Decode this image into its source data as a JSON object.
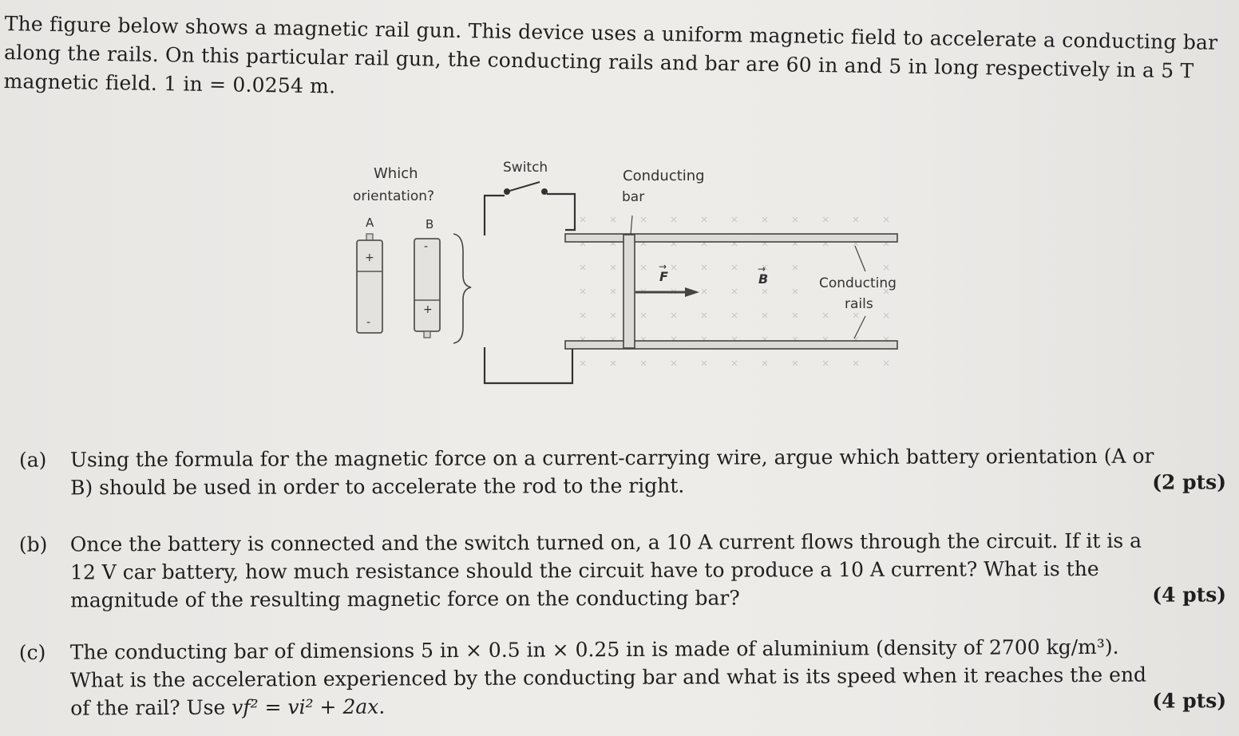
{
  "intro": {
    "text": "The figure below shows a magnetic rail gun. This device uses a uniform magnetic field to accelerate a conducting bar along the rails. On this particular rail gun, the conducting rails and bar are 60 in and 5 in long respectively in a 5 T magnetic field. 1 in = 0.0254 m."
  },
  "figure": {
    "which_orientation_line1": "Which",
    "which_orientation_line2": "orientation?",
    "battery_a_label": "A",
    "battery_b_label": "B",
    "plus": "+",
    "minus": "-",
    "switch_label": "Switch",
    "conducting_bar_line1": "Conducting",
    "conducting_bar_line2": "bar",
    "force_label": "F",
    "field_label": "B",
    "rails_line1": "Conducting",
    "rails_line2": "rails"
  },
  "questions": [
    {
      "label": "(a)",
      "text": "Using the formula for the magnetic force on a current-carrying wire, argue which battery orientation (A or B) should be used in order to accelerate the rod to the right.",
      "points": "(2 pts)"
    },
    {
      "label": "(b)",
      "text": "Once the battery is connected and the switch turned on, a 10 A current flows through the circuit. If it is a 12 V car battery, how much resistance should the circuit have to produce a 10 A current? What is the magnitude of the resulting magnetic force on the conducting bar?",
      "points": "(4 pts)"
    },
    {
      "label": "(c)",
      "text_before_eq": "The conducting bar of dimensions 5 in × 0.5 in × 0.25 in is made of aluminium (density of 2700 kg/m³). What is the acceleration experienced by the conducting bar and what is its speed when it reaches the end of the rail? Use ",
      "equation": "vf² = vi² + 2ax",
      "text_after_eq": ".",
      "points": "(4 pts)"
    }
  ]
}
